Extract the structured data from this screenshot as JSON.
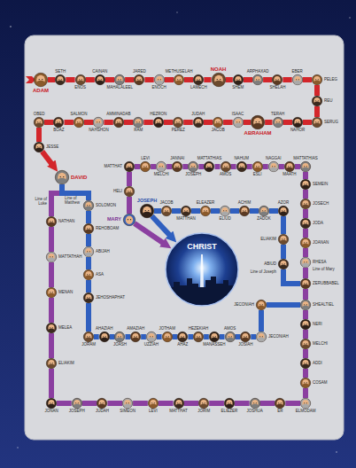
{
  "diagram": {
    "nodes": [
      {
        "text": [
          "ADAM"
        ]
      },
      {
        "text": [
          "SETH"
        ]
      },
      {
        "text": [
          "ENOS"
        ]
      },
      {
        "text": [
          "CAINAN"
        ]
      },
      {
        "text": [
          "MAHALALEEL"
        ]
      },
      {
        "text": [
          "JARED"
        ]
      },
      {
        "text": [
          "ENOCH"
        ]
      },
      {
        "text": [
          "METHUSELAH"
        ]
      },
      {
        "text": [
          "LAMECH"
        ]
      },
      {
        "text": [
          "NOAH"
        ]
      },
      {
        "text": [
          "SHEM"
        ]
      },
      {
        "text": [
          "ARPHAXAD"
        ]
      },
      {
        "text": [
          "SHELAH"
        ]
      },
      {
        "text": [
          "EBER"
        ]
      },
      {
        "text": [
          "PELEG"
        ]
      },
      {
        "text": [
          "REU"
        ]
      },
      {
        "text": [
          "SERUG"
        ]
      },
      {
        "text": [
          "NAHOR"
        ]
      },
      {
        "text": [
          "TERAH"
        ]
      },
      {
        "text": [
          "ABRAHAM"
        ]
      },
      {
        "text": [
          "ISAAC"
        ]
      },
      {
        "text": [
          "JACOB"
        ]
      },
      {
        "text": [
          "JUDAH"
        ]
      },
      {
        "text": [
          "PEREZ"
        ]
      },
      {
        "text": [
          "HEZRON"
        ]
      },
      {
        "text": [
          "RAM"
        ]
      },
      {
        "text": [
          "AMMINADAB"
        ]
      },
      {
        "text": [
          "NAHSHON"
        ]
      },
      {
        "text": [
          "SALMON"
        ]
      },
      {
        "text": [
          "BOAZ"
        ]
      },
      {
        "text": [
          "OBED"
        ]
      },
      {
        "text": [
          "JESSE"
        ]
      },
      {
        "text": [
          "DAVID"
        ]
      },
      {
        "text": [
          "NATHAN"
        ]
      },
      {
        "text": [
          "MATTATHAH"
        ]
      },
      {
        "text": [
          "MENAN"
        ]
      },
      {
        "text": [
          "MELEA"
        ]
      },
      {
        "text": [
          "ELIAKIM"
        ]
      },
      {
        "text": [
          "JONAN"
        ]
      },
      {
        "text": [
          "JOSEPH"
        ]
      },
      {
        "text": [
          "JUDAH"
        ]
      },
      {
        "text": [
          "SIMEON"
        ]
      },
      {
        "text": [
          "LEVI"
        ]
      },
      {
        "text": [
          "MATTHAT"
        ]
      },
      {
        "text": [
          "JORIM"
        ]
      },
      {
        "text": [
          "ELIEZER"
        ]
      },
      {
        "text": [
          "JOSHUA"
        ]
      },
      {
        "text": [
          "ER"
        ]
      },
      {
        "text": [
          "ELMODAM"
        ]
      },
      {
        "text": [
          "COSAM"
        ]
      },
      {
        "text": [
          "ADDI"
        ]
      },
      {
        "text": [
          "MELCHI"
        ]
      },
      {
        "text": [
          "NERI"
        ]
      },
      {
        "text": [
          "SHEALTIEL"
        ]
      },
      {
        "text": [
          "ZERUBBABEL"
        ]
      },
      {
        "text": [
          "RHESA"
        ]
      },
      {
        "text": [
          "JOANAN"
        ]
      },
      {
        "text": [
          "JODA"
        ]
      },
      {
        "text": [
          "JOSECH"
        ]
      },
      {
        "text": [
          "SEMEIN"
        ]
      },
      {
        "text": [
          "MATTATHIAS"
        ]
      },
      {
        "text": [
          "MAATH"
        ]
      },
      {
        "text": [
          "NAGGAI"
        ]
      },
      {
        "text": [
          "ESLI"
        ]
      },
      {
        "text": [
          "NAHUM"
        ]
      },
      {
        "text": [
          "AMOS"
        ]
      },
      {
        "text": [
          "MATTATHIAS"
        ]
      },
      {
        "text": [
          "JOSEPH"
        ]
      },
      {
        "text": [
          "JANNAI"
        ]
      },
      {
        "text": [
          "MELCHI"
        ]
      },
      {
        "text": [
          "LEVI"
        ]
      },
      {
        "text": [
          "MATTHAT"
        ]
      },
      {
        "text": [
          "HELI"
        ]
      },
      {
        "text": [
          "MARY"
        ]
      },
      {
        "text": [
          "SOLOMON"
        ]
      },
      {
        "text": [
          "REHOBOAM"
        ]
      },
      {
        "text": [
          "ABIJAH"
        ]
      },
      {
        "text": [
          "ASA"
        ]
      },
      {
        "text": [
          "JEHOSHAPHAT"
        ]
      },
      {
        "text": [
          "JORAM"
        ]
      },
      {
        "text": [
          "AHAZIAH"
        ]
      },
      {
        "text": [
          "JOASH"
        ]
      },
      {
        "text": [
          "AMAZIAH"
        ]
      },
      {
        "text": [
          "UZZIAH"
        ]
      },
      {
        "text": [
          "JOTHAM"
        ]
      },
      {
        "text": [
          "AHAZ"
        ]
      },
      {
        "text": [
          "HEZEKIAH"
        ]
      },
      {
        "text": [
          "MANASSEH"
        ]
      },
      {
        "text": [
          "AMOS"
        ]
      },
      {
        "text": [
          "JOSIAH"
        ]
      },
      {
        "text": [
          "JECONIAH"
        ]
      },
      {
        "text": [
          "JECONIAH"
        ]
      },
      {
        "text": [
          "ABIUD"
        ]
      },
      {
        "text": [
          "ELIAKIM"
        ]
      },
      {
        "text": [
          "AZOR"
        ]
      },
      {
        "text": [
          "ZADOK"
        ]
      },
      {
        "text": [
          "ACHIM"
        ]
      },
      {
        "text": [
          "ELIUD"
        ]
      },
      {
        "text": [
          "ELEAZER"
        ]
      },
      {
        "text": [
          "MATTHAN"
        ]
      },
      {
        "text": [
          "JACOB"
        ]
      },
      {
        "text": [
          "JOSEPH"
        ]
      },
      {
        "text": [
          "CHRIST"
        ]
      }
    ],
    "edges": [
      {
        "from": 0,
        "to": 1,
        "arrow": "none"
      },
      {
        "from": 1,
        "to": 2,
        "arrow": "none"
      },
      {
        "from": 2,
        "to": 3,
        "arrow": "none"
      },
      {
        "from": 3,
        "to": 4,
        "arrow": "none"
      },
      {
        "from": 4,
        "to": 5,
        "arrow": "none"
      },
      {
        "from": 5,
        "to": 6,
        "arrow": "none"
      },
      {
        "from": 6,
        "to": 7,
        "arrow": "none"
      },
      {
        "from": 7,
        "to": 8,
        "arrow": "none"
      },
      {
        "from": 8,
        "to": 9,
        "arrow": "none"
      },
      {
        "from": 9,
        "to": 10,
        "arrow": "none"
      },
      {
        "from": 10,
        "to": 11,
        "arrow": "none"
      },
      {
        "from": 11,
        "to": 12,
        "arrow": "none"
      },
      {
        "from": 12,
        "to": 13,
        "arrow": "none"
      },
      {
        "from": 13,
        "to": 14,
        "arrow": "none"
      },
      {
        "from": 14,
        "to": 15,
        "arrow": "none"
      },
      {
        "from": 15,
        "to": 16,
        "arrow": "none"
      },
      {
        "from": 16,
        "to": 17,
        "arrow": "none"
      },
      {
        "from": 17,
        "to": 18,
        "arrow": "none"
      },
      {
        "from": 18,
        "to": 19,
        "arrow": "none"
      },
      {
        "from": 19,
        "to": 20,
        "arrow": "none"
      },
      {
        "from": 20,
        "to": 21,
        "arrow": "none"
      },
      {
        "from": 21,
        "to": 22,
        "arrow": "none"
      },
      {
        "from": 22,
        "to": 23,
        "arrow": "none"
      },
      {
        "from": 23,
        "to": 24,
        "arrow": "none"
      },
      {
        "from": 24,
        "to": 25,
        "arrow": "none"
      },
      {
        "from": 25,
        "to": 26,
        "arrow": "none"
      },
      {
        "from": 26,
        "to": 27,
        "arrow": "none"
      },
      {
        "from": 27,
        "to": 28,
        "arrow": "none"
      },
      {
        "from": 28,
        "to": 29,
        "arrow": "none"
      },
      {
        "from": 29,
        "to": 30,
        "arrow": "none"
      },
      {
        "from": 30,
        "to": 31,
        "arrow": "none"
      },
      {
        "from": 31,
        "to": 32,
        "arrow": "to"
      },
      {
        "from": 32,
        "to": 33,
        "arrow": "none"
      },
      {
        "from": 33,
        "to": 34,
        "arrow": "none"
      },
      {
        "from": 34,
        "to": 35,
        "arrow": "none"
      },
      {
        "from": 35,
        "to": 36,
        "arrow": "none"
      },
      {
        "from": 36,
        "to": 37,
        "arrow": "none"
      },
      {
        "from": 37,
        "to": 38,
        "arrow": "none"
      },
      {
        "from": 38,
        "to": 39,
        "arrow": "none"
      },
      {
        "from": 39,
        "to": 40,
        "arrow": "none"
      },
      {
        "from": 40,
        "to": 41,
        "arrow": "none"
      },
      {
        "from": 41,
        "to": 42,
        "arrow": "none"
      },
      {
        "from": 42,
        "to": 43,
        "arrow": "none"
      },
      {
        "from": 43,
        "to": 44,
        "arrow": "none"
      },
      {
        "from": 44,
        "to": 45,
        "arrow": "none"
      },
      {
        "from": 45,
        "to": 46,
        "arrow": "none"
      },
      {
        "from": 46,
        "to": 47,
        "arrow": "none"
      },
      {
        "from": 47,
        "to": 48,
        "arrow": "none"
      },
      {
        "from": 48,
        "to": 49,
        "arrow": "none"
      },
      {
        "from": 49,
        "to": 50,
        "arrow": "none"
      },
      {
        "from": 50,
        "to": 51,
        "arrow": "none"
      },
      {
        "from": 51,
        "to": 52,
        "arrow": "none"
      },
      {
        "from": 52,
        "to": 53,
        "arrow": "none"
      },
      {
        "from": 53,
        "to": 54,
        "arrow": "none"
      },
      {
        "from": 54,
        "to": 55,
        "arrow": "none"
      },
      {
        "from": 55,
        "to": 56,
        "arrow": "none"
      },
      {
        "from": 56,
        "to": 57,
        "arrow": "none"
      },
      {
        "from": 57,
        "to": 58,
        "arrow": "none"
      },
      {
        "from": 58,
        "to": 59,
        "arrow": "none"
      },
      {
        "from": 59,
        "to": 60,
        "arrow": "none"
      },
      {
        "from": 60,
        "to": 61,
        "arrow": "none"
      },
      {
        "from": 61,
        "to": 62,
        "arrow": "none"
      },
      {
        "from": 62,
        "to": 63,
        "arrow": "none"
      },
      {
        "from": 63,
        "to": 64,
        "arrow": "none"
      },
      {
        "from": 64,
        "to": 65,
        "arrow": "none"
      },
      {
        "from": 65,
        "to": 66,
        "arrow": "none"
      },
      {
        "from": 66,
        "to": 67,
        "arrow": "none"
      },
      {
        "from": 67,
        "to": 68,
        "arrow": "none"
      },
      {
        "from": 68,
        "to": 69,
        "arrow": "none"
      },
      {
        "from": 69,
        "to": 70,
        "arrow": "none"
      },
      {
        "from": 70,
        "to": 71,
        "arrow": "none"
      },
      {
        "from": 71,
        "to": 72,
        "arrow": "none"
      },
      {
        "from": 72,
        "to": 73,
        "arrow": "none"
      },
      {
        "from": 73,
        "to": 102,
        "arrow": "to"
      },
      {
        "from": 32,
        "to": 74,
        "arrow": "none"
      },
      {
        "from": 74,
        "to": 75,
        "arrow": "none"
      },
      {
        "from": 75,
        "to": 76,
        "arrow": "none"
      },
      {
        "from": 76,
        "to": 77,
        "arrow": "none"
      },
      {
        "from": 77,
        "to": 78,
        "arrow": "none"
      },
      {
        "from": 78,
        "to": 79,
        "arrow": "none"
      },
      {
        "from": 79,
        "to": 80,
        "arrow": "none"
      },
      {
        "from": 80,
        "to": 81,
        "arrow": "none"
      },
      {
        "from": 81,
        "to": 82,
        "arrow": "none"
      },
      {
        "from": 82,
        "to": 83,
        "arrow": "none"
      },
      {
        "from": 83,
        "to": 84,
        "arrow": "none"
      },
      {
        "from": 84,
        "to": 85,
        "arrow": "none"
      },
      {
        "from": 85,
        "to": 86,
        "arrow": "none"
      },
      {
        "from": 86,
        "to": 87,
        "arrow": "none"
      },
      {
        "from": 87,
        "to": 88,
        "arrow": "none"
      },
      {
        "from": 88,
        "to": 89,
        "arrow": "none"
      },
      {
        "from": 89,
        "to": 90,
        "arrow": "none"
      },
      {
        "from": 90,
        "to": 91,
        "arrow": "none"
      },
      {
        "from": 91,
        "to": 53,
        "arrow": "none"
      },
      {
        "from": 54,
        "to": 92,
        "arrow": "none"
      },
      {
        "from": 92,
        "to": 93,
        "arrow": "none"
      },
      {
        "from": 93,
        "to": 94,
        "arrow": "none"
      },
      {
        "from": 94,
        "to": 95,
        "arrow": "none"
      },
      {
        "from": 95,
        "to": 96,
        "arrow": "none"
      },
      {
        "from": 96,
        "to": 97,
        "arrow": "none"
      },
      {
        "from": 97,
        "to": 98,
        "arrow": "none"
      },
      {
        "from": 98,
        "to": 99,
        "arrow": "none"
      },
      {
        "from": 99,
        "to": 100,
        "arrow": "none"
      },
      {
        "from": 100,
        "to": 101,
        "arrow": "none"
      },
      {
        "from": 101,
        "to": 102,
        "arrow": "to"
      }
    ],
    "labels": [
      "Line of Luke",
      "Line of Matthew",
      "Line of Joseph",
      "Line of Mary"
    ]
  }
}
